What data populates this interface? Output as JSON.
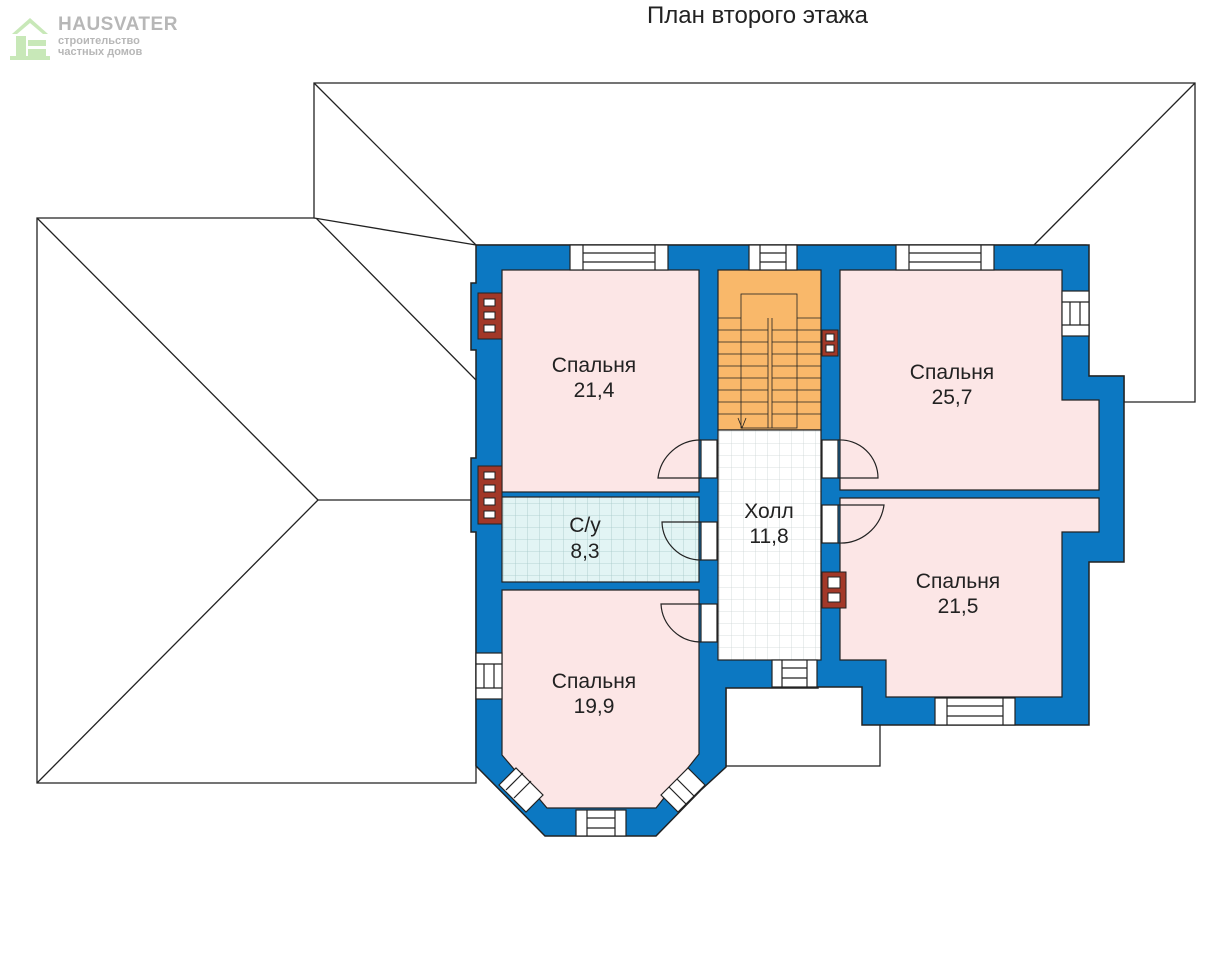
{
  "logo": {
    "brand": "HAUSVATER",
    "line1": "строительство",
    "line2": "частных домов"
  },
  "title": "План второго этажа",
  "rooms": {
    "bedroom1": {
      "name": "Спальня",
      "area": "21,4"
    },
    "bathroom": {
      "name": "С/у",
      "area": "8,3"
    },
    "bedroom2": {
      "name": "Спальня",
      "area": "19,9"
    },
    "hall": {
      "name": "Холл",
      "area": "11,8"
    },
    "bedroom3": {
      "name": "Спальня",
      "area": "25,7"
    },
    "bedroom4": {
      "name": "Спальня",
      "area": "21,5"
    }
  },
  "colors": {
    "wall": "#0c78c2",
    "bedroom": "#fce6e6",
    "tile": "#e2f4f4",
    "stairs": "#f9b86a",
    "chimney": "#a23828",
    "logo": "#b7b7b7"
  }
}
